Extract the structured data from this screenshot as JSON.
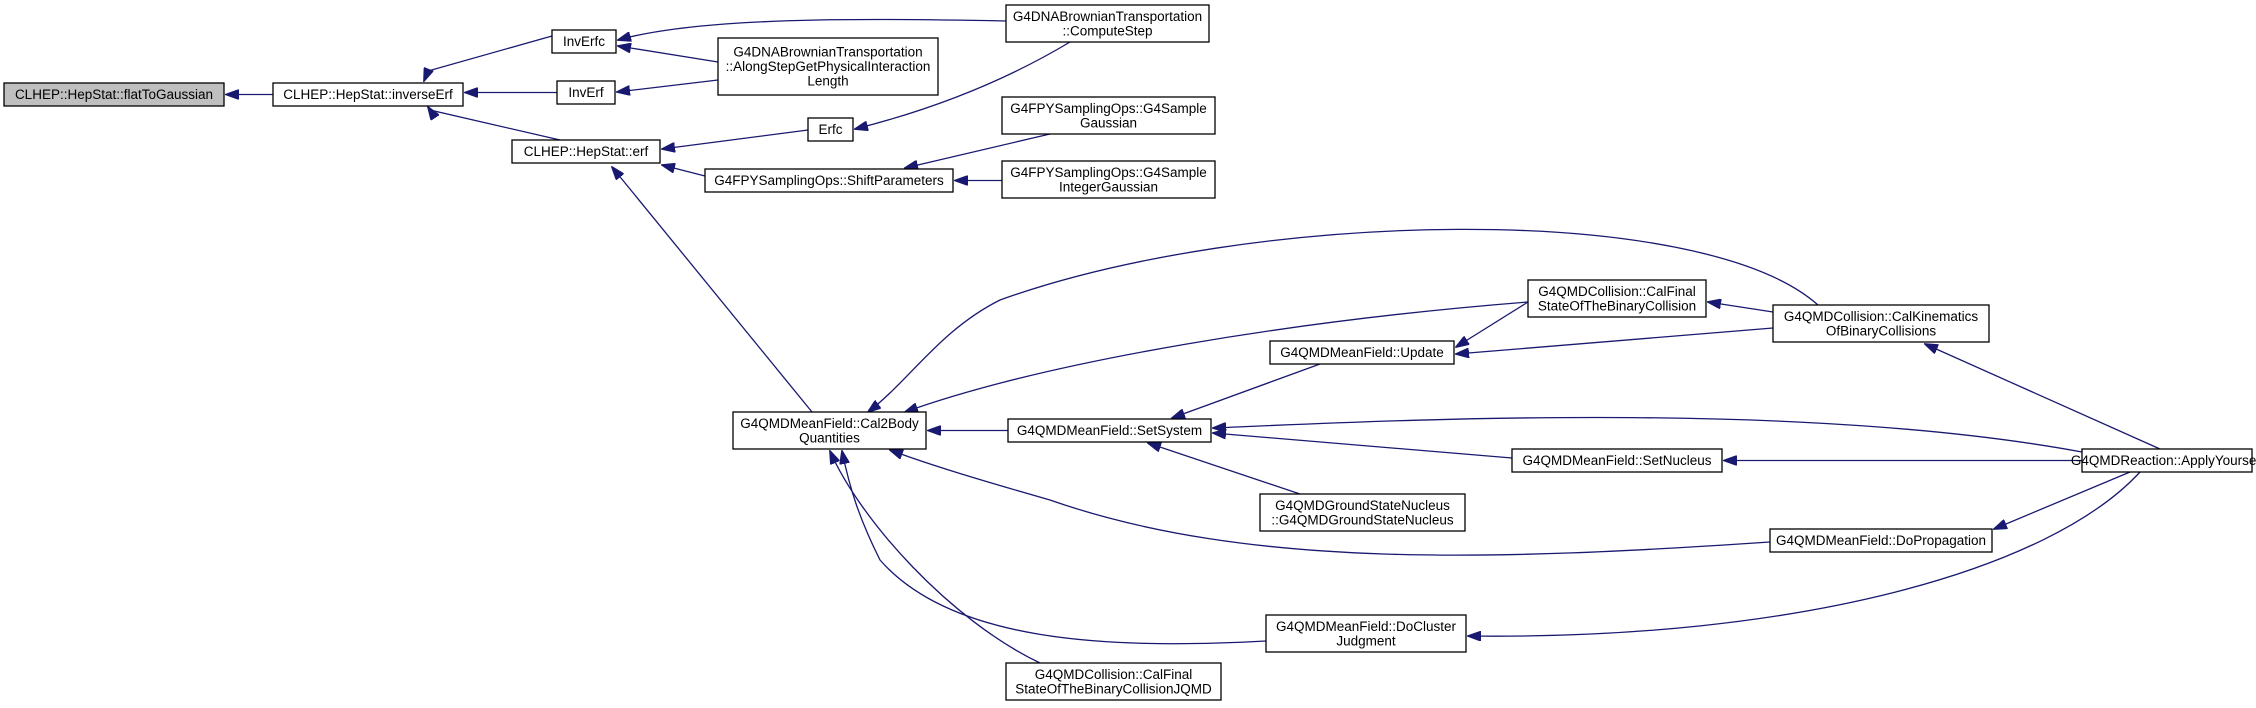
{
  "diagram": {
    "kind": "call-graph",
    "edge_color": "#191970",
    "root_fill": "#bfbfbf",
    "node_fill": "#ffffff",
    "nodes": [
      {
        "id": "flatToGaussian",
        "lines": [
          "CLHEP::HepStat::flatToGaussian"
        ],
        "root": true
      },
      {
        "id": "inverseErf",
        "lines": [
          "CLHEP::HepStat::inverseErf"
        ]
      },
      {
        "id": "InvErfc",
        "lines": [
          "InvErfc"
        ]
      },
      {
        "id": "InvErf",
        "lines": [
          "InvErf"
        ]
      },
      {
        "id": "erf",
        "lines": [
          "CLHEP::HepStat::erf"
        ]
      },
      {
        "id": "ComputeStep",
        "lines": [
          "G4DNABrownianTransportation",
          "::ComputeStep"
        ]
      },
      {
        "id": "AlongStep",
        "lines": [
          "G4DNABrownianTransportation",
          "::AlongStepGetPhysicalInteraction",
          "Length"
        ]
      },
      {
        "id": "Erfc",
        "lines": [
          "Erfc"
        ]
      },
      {
        "id": "ShiftParameters",
        "lines": [
          "G4FPYSamplingOps::ShiftParameters"
        ]
      },
      {
        "id": "G4SampleGaussian",
        "lines": [
          "G4FPYSamplingOps::G4Sample",
          "Gaussian"
        ]
      },
      {
        "id": "G4SampleIntegerGaussian",
        "lines": [
          "G4FPYSamplingOps::G4Sample",
          "IntegerGaussian"
        ]
      },
      {
        "id": "Cal2Body",
        "lines": [
          "G4QMDMeanField::Cal2Body",
          "Quantities"
        ]
      },
      {
        "id": "SetSystem",
        "lines": [
          "G4QMDMeanField::SetSystem"
        ]
      },
      {
        "id": "Update",
        "lines": [
          "G4QMDMeanField::Update"
        ]
      },
      {
        "id": "CalFinal",
        "lines": [
          "G4QMDCollision::CalFinal",
          "StateOfTheBinaryCollision"
        ]
      },
      {
        "id": "CalKinematics",
        "lines": [
          "G4QMDCollision::CalKinematics",
          "OfBinaryCollisions"
        ]
      },
      {
        "id": "SetNucleus",
        "lines": [
          "G4QMDMeanField::SetNucleus"
        ]
      },
      {
        "id": "GroundState",
        "lines": [
          "G4QMDGroundStateNucleus",
          "::G4QMDGroundStateNucleus"
        ]
      },
      {
        "id": "DoPropagation",
        "lines": [
          "G4QMDMeanField::DoPropagation"
        ]
      },
      {
        "id": "ApplyYourself",
        "lines": [
          "G4QMDReaction::ApplyYourself"
        ]
      },
      {
        "id": "DoCluster",
        "lines": [
          "G4QMDMeanField::DoCluster",
          "Judgment"
        ]
      },
      {
        "id": "CalFinalJQMD",
        "lines": [
          "G4QMDCollision::CalFinal",
          "StateOfTheBinaryCollisionJQMD"
        ]
      }
    ],
    "edges": [
      {
        "from": "inverseErf",
        "to": "flatToGaussian"
      },
      {
        "from": "InvErfc",
        "to": "inverseErf"
      },
      {
        "from": "InvErf",
        "to": "inverseErf"
      },
      {
        "from": "erf",
        "to": "inverseErf"
      },
      {
        "from": "ComputeStep",
        "to": "InvErfc"
      },
      {
        "from": "AlongStep",
        "to": "InvErfc"
      },
      {
        "from": "AlongStep",
        "to": "InvErf"
      },
      {
        "from": "Erfc",
        "to": "erf"
      },
      {
        "from": "ComputeStep",
        "to": "Erfc"
      },
      {
        "from": "ShiftParameters",
        "to": "erf"
      },
      {
        "from": "G4SampleGaussian",
        "to": "ShiftParameters"
      },
      {
        "from": "G4SampleIntegerGaussian",
        "to": "ShiftParameters"
      },
      {
        "from": "Cal2Body",
        "to": "erf"
      },
      {
        "from": "SetSystem",
        "to": "Cal2Body"
      },
      {
        "from": "Update",
        "to": "SetSystem"
      },
      {
        "from": "CalFinal",
        "to": "Update"
      },
      {
        "from": "CalKinematics",
        "to": "Update"
      },
      {
        "from": "CalKinematics",
        "to": "CalFinal"
      },
      {
        "from": "CalFinal",
        "to": "Cal2Body"
      },
      {
        "from": "CalKinematics",
        "to": "Cal2Body"
      },
      {
        "from": "ApplyYourself",
        "to": "CalKinematics"
      },
      {
        "from": "SetNucleus",
        "to": "SetSystem"
      },
      {
        "from": "ApplyYourself",
        "to": "SetNucleus"
      },
      {
        "from": "ApplyYourself",
        "to": "SetSystem"
      },
      {
        "from": "GroundState",
        "to": "SetSystem"
      },
      {
        "from": "DoPropagation",
        "to": "Cal2Body"
      },
      {
        "from": "ApplyYourself",
        "to": "DoPropagation"
      },
      {
        "from": "DoCluster",
        "to": "Cal2Body"
      },
      {
        "from": "ApplyYourself",
        "to": "DoCluster"
      },
      {
        "from": "CalFinalJQMD",
        "to": "Cal2Body"
      }
    ]
  }
}
